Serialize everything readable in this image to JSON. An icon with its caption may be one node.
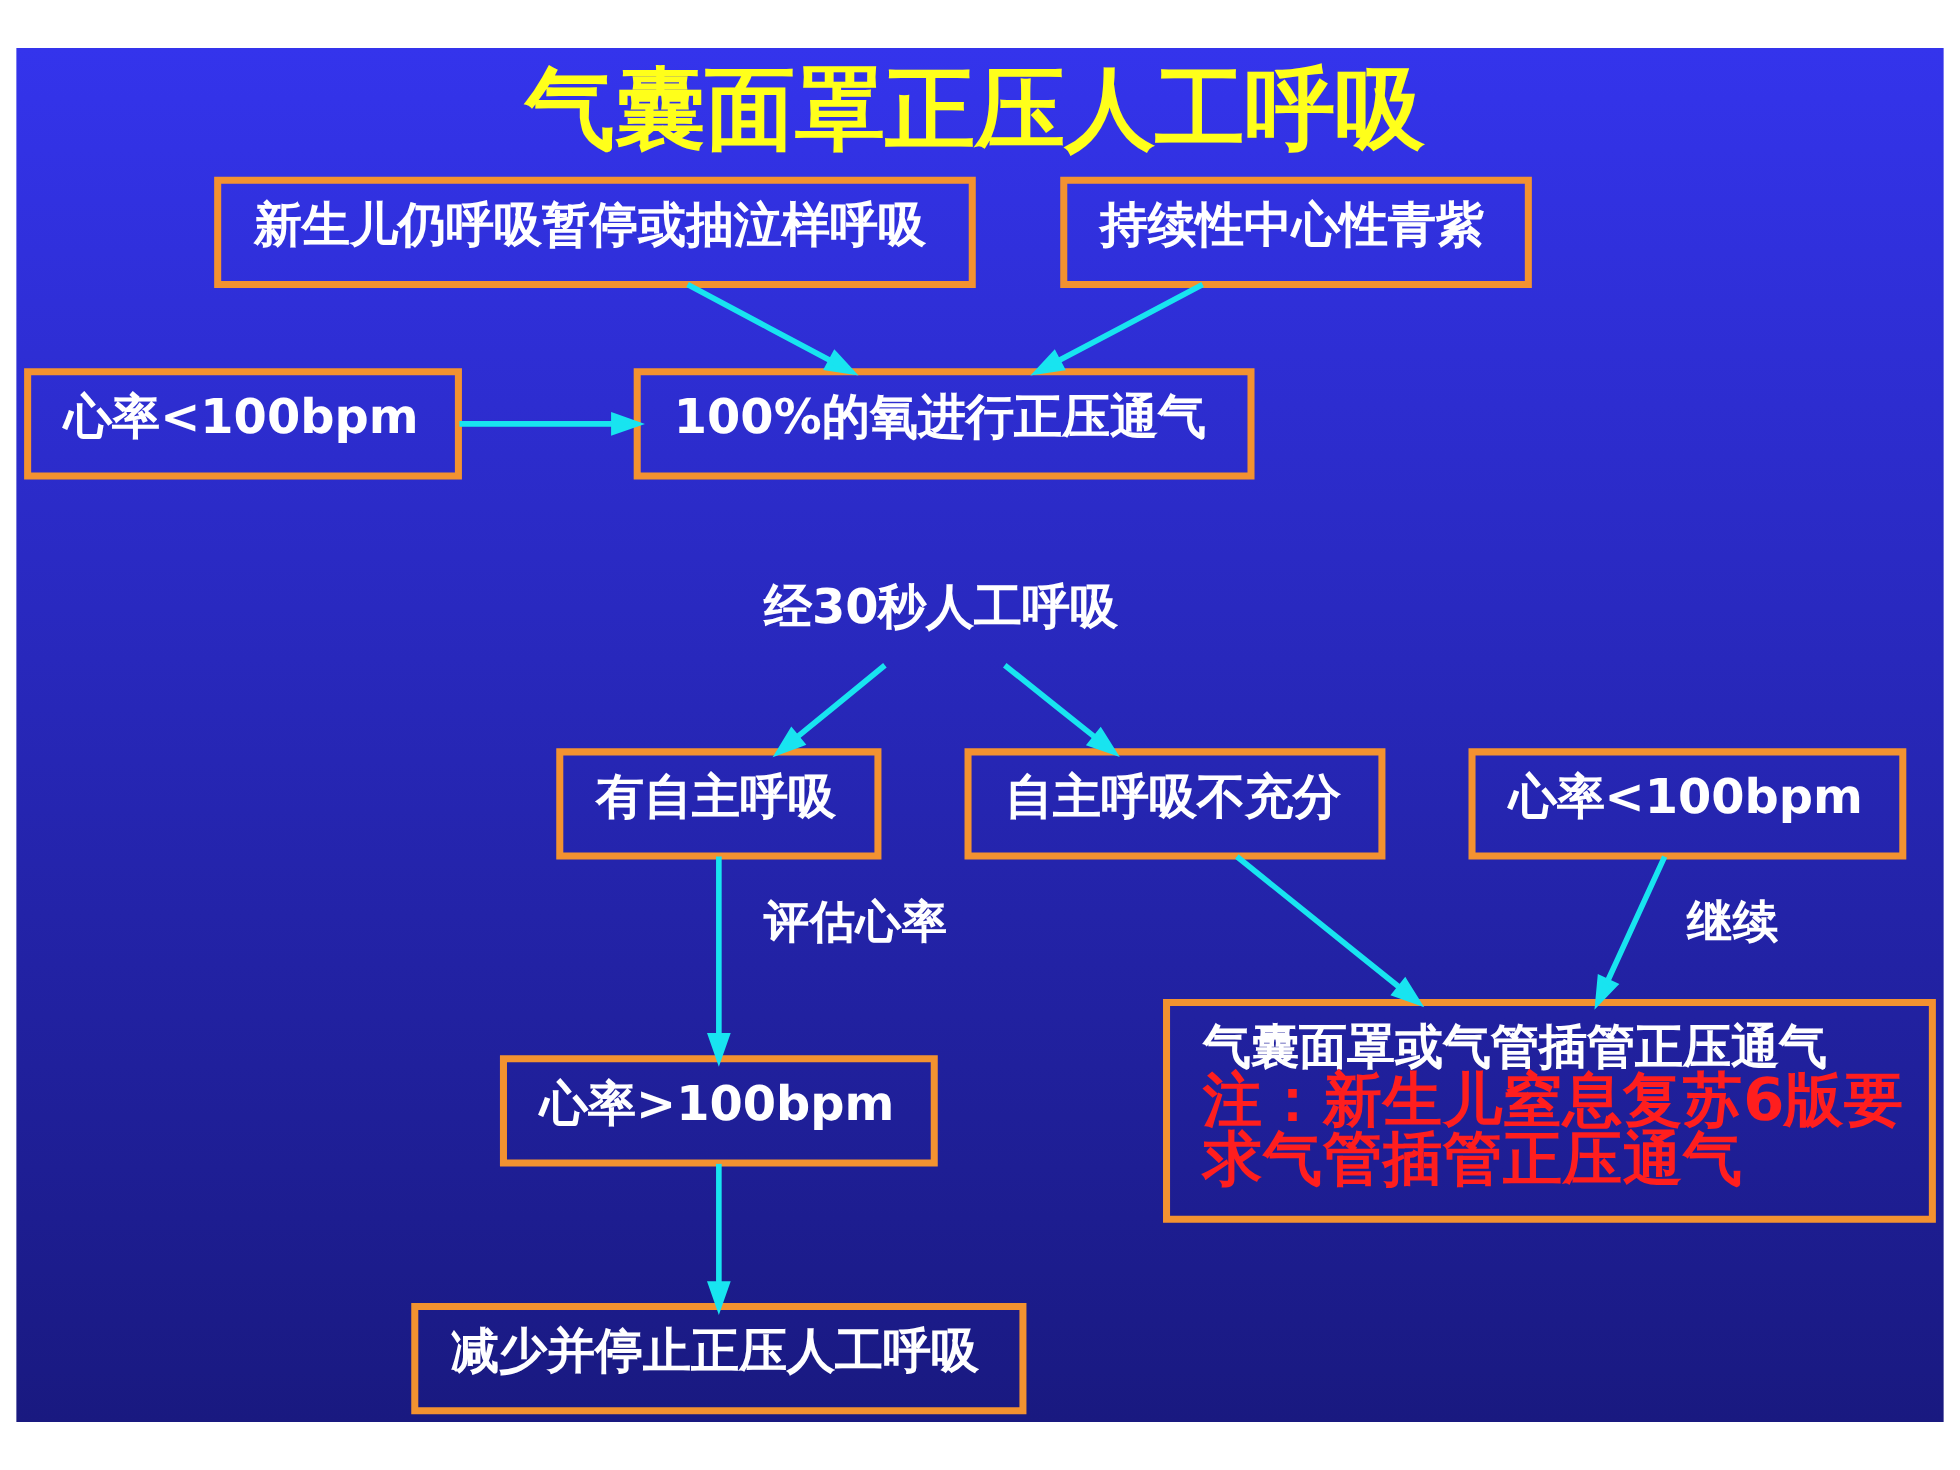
{
  "diagram": {
    "title": "气囊面罩正压人工呼吸",
    "nodes": [
      {
        "text": [
          "新生儿仍呼吸暂停或抽泣样呼吸"
        ]
      },
      {
        "text": [
          "持续性中心性青紫"
        ]
      },
      {
        "text": [
          "心率<100bpm"
        ]
      },
      {
        "text": [
          "100%的氧进行正压通气"
        ]
      },
      {
        "text": [
          "经30秒人工呼吸"
        ]
      },
      {
        "text": [
          "有自主呼吸"
        ]
      },
      {
        "text": [
          "自主呼吸不充分"
        ]
      },
      {
        "text": [
          "心率<100bpm"
        ]
      },
      {
        "text": [
          "心率>100bpm"
        ]
      },
      {
        "text": [
          "气囊面罩或气管插管正压通气",
          "注：新生儿窒息复苏6版要求气管插管正压通气"
        ]
      },
      {
        "text": [
          "减少并停止正压人工呼吸"
        ]
      }
    ],
    "edges": [
      {
        "from": 0,
        "to": 3,
        "arrow": "to"
      },
      {
        "from": 1,
        "to": 3,
        "arrow": "to"
      },
      {
        "from": 2,
        "to": 3,
        "arrow": "to"
      },
      {
        "from": 4,
        "to": 5,
        "arrow": "to"
      },
      {
        "from": 4,
        "to": 6,
        "arrow": "to"
      },
      {
        "from": 5,
        "to": 8,
        "arrow": "to",
        "label": "评估心率"
      },
      {
        "from": 6,
        "to": 9,
        "arrow": "to"
      },
      {
        "from": 7,
        "to": 9,
        "arrow": "to",
        "label": "继续"
      },
      {
        "from": 8,
        "to": 10,
        "arrow": "to"
      }
    ]
  }
}
